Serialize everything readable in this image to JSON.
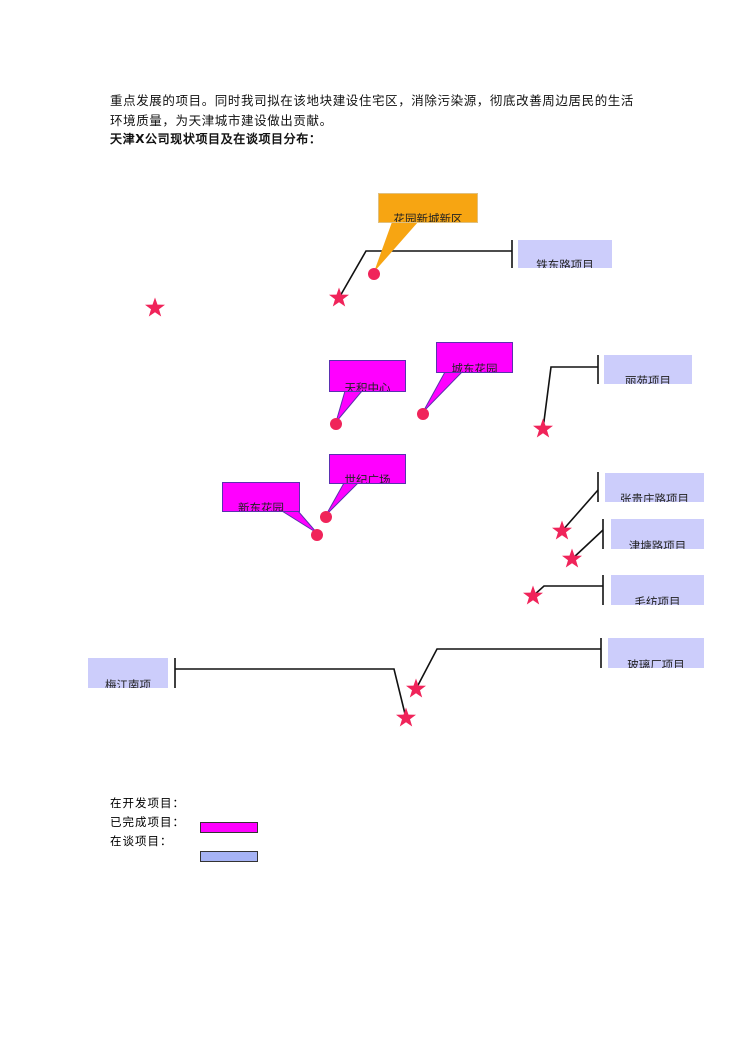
{
  "text": {
    "line1": "重点发展的项目。同时我司拟在该地块建设住宅区，消除污染源，彻底改善周边居民的生活",
    "line2": "环境质量，为天津城市建设做出贡献。",
    "heading": "天津X公司现状项目及在谈项目分布："
  },
  "diagram": {
    "developing": [
      {
        "label": "花园新城新区"
      }
    ],
    "completed": [
      {
        "label": "天积中心"
      },
      {
        "label": "城东花园"
      },
      {
        "label": "世纪广场"
      },
      {
        "label": "新东花园"
      }
    ],
    "negotiating": [
      {
        "label": "铁东路项目"
      },
      {
        "label": "丽苑项目"
      },
      {
        "label": "张贵庄路项目"
      },
      {
        "label": "津塘路项目"
      },
      {
        "label": "毛纺项目"
      },
      {
        "label": "玻璃厂项目"
      },
      {
        "label": "梅江南项"
      }
    ]
  },
  "legend": {
    "developing": "在开发项目：",
    "completed": "已完成项目：",
    "negotiating": "在谈项目：",
    "colors": {
      "developing": "#f7a512",
      "completed": "#ff00ff",
      "negotiating": "#a6b3f5",
      "marker": "#f0245a"
    }
  }
}
